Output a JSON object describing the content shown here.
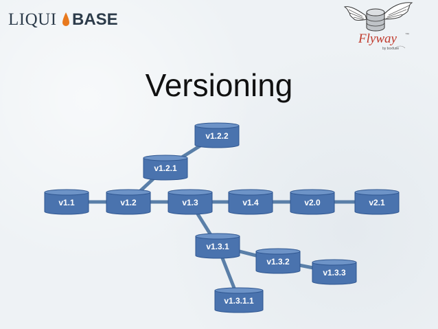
{
  "logos": {
    "liquibase": {
      "part1": "LIQUI",
      "part2": "BASE",
      "accent_color": "#e8791e"
    },
    "flyway": {
      "name": "Flyway",
      "trademark": "™",
      "byline": "by boxfuse",
      "color": "#c0392b"
    }
  },
  "title": "Versioning",
  "colors": {
    "node_fill": "#4a73ae",
    "node_top": "#6d93c7",
    "node_edge": "#2f5690",
    "line": "#5a7fa8"
  },
  "nodes": [
    {
      "id": "n11",
      "label": "v1.1"
    },
    {
      "id": "n12",
      "label": "v1.2"
    },
    {
      "id": "n121",
      "label": "v1.2.1"
    },
    {
      "id": "n122",
      "label": "v1.2.2"
    },
    {
      "id": "n13",
      "label": "v1.3"
    },
    {
      "id": "n14",
      "label": "v1.4"
    },
    {
      "id": "n20",
      "label": "v2.0"
    },
    {
      "id": "n21",
      "label": "v2.1"
    },
    {
      "id": "n131",
      "label": "v1.3.1"
    },
    {
      "id": "n132",
      "label": "v1.3.2"
    },
    {
      "id": "n133",
      "label": "v1.3.3"
    },
    {
      "id": "n1311",
      "label": "v1.3.1.1"
    }
  ],
  "edges": [
    [
      "n11",
      "n12"
    ],
    [
      "n12",
      "n13"
    ],
    [
      "n13",
      "n14"
    ],
    [
      "n14",
      "n20"
    ],
    [
      "n20",
      "n21"
    ],
    [
      "n12",
      "n121"
    ],
    [
      "n121",
      "n122"
    ],
    [
      "n13",
      "n131"
    ],
    [
      "n131",
      "n132"
    ],
    [
      "n132",
      "n133"
    ],
    [
      "n131",
      "n1311"
    ]
  ]
}
